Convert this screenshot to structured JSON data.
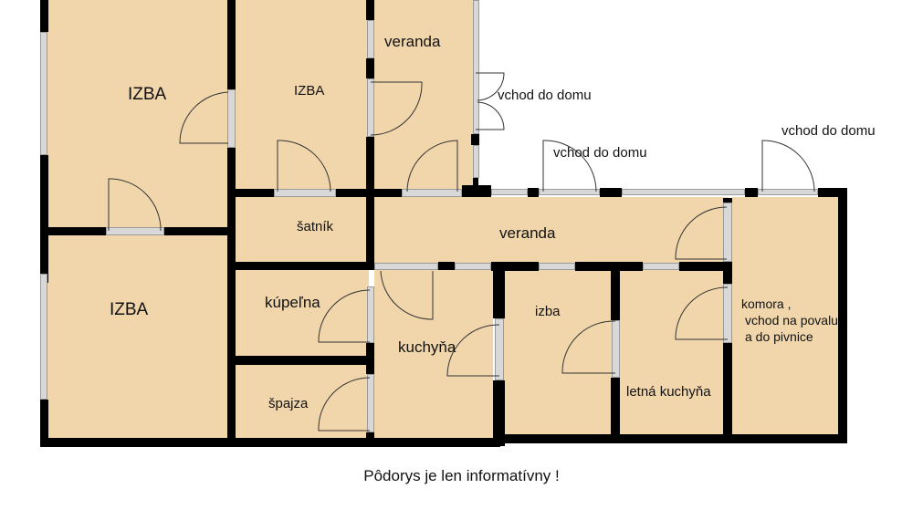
{
  "plan": {
    "fill_color": "#f1d6ac",
    "wall_color": "#000000",
    "rooms": [
      {
        "id": "izba-top-left",
        "label": "IZBA"
      },
      {
        "id": "izba-top-middle",
        "label": "IZBA"
      },
      {
        "id": "veranda-top",
        "label": "veranda"
      },
      {
        "id": "izba-bottom-left",
        "label": "IZBA"
      },
      {
        "id": "satnik",
        "label": "šatník"
      },
      {
        "id": "veranda-middle",
        "label": "veranda"
      },
      {
        "id": "kupelna",
        "label": "kúpeľna"
      },
      {
        "id": "spajza",
        "label": "špajza"
      },
      {
        "id": "kuchyna",
        "label": "kuchyňa"
      },
      {
        "id": "izba-small",
        "label": "izba"
      },
      {
        "id": "letna-kuchyna",
        "label": "letná kuchyňa"
      },
      {
        "id": "komora",
        "label_lines": [
          "komora ,",
          "vchod na povalu",
          "a do pivnice"
        ]
      }
    ],
    "entrances": [
      {
        "id": "entrance-1",
        "label": "vchod do domu"
      },
      {
        "id": "entrance-2",
        "label": "vchod do domu"
      },
      {
        "id": "entrance-3",
        "label": "vchod do domu"
      }
    ]
  },
  "footer": {
    "note": "Pôdorys je len informatívny !"
  }
}
